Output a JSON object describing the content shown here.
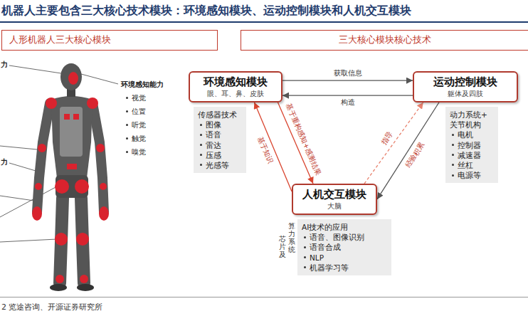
{
  "diagram": {
    "title": "机器人主要包含三大核心技术模块：环境感知模块、运动控制模块和人机交互模块",
    "caption": "2 览途咨询、开源证券研究所",
    "nodes": [
      {
        "text": [
          "人形机器人三大核心模块"
        ]
      },
      {
        "text": [
          "三大核心模块核心技术"
        ]
      },
      {
        "text": [
          "环境感知模块",
          "眼、耳、鼻、皮肤"
        ]
      },
      {
        "text": [
          "运动控制模块",
          "躯体及四肢"
        ]
      },
      {
        "text": [
          "传感器技术",
          "图像",
          "语音",
          "雷达",
          "压感",
          "光感等"
        ]
      },
      {
        "text": [
          "动力系统+ 关节机构",
          "电机",
          "控制器",
          "减速器",
          "丝杠",
          "电源等"
        ]
      },
      {
        "text": [
          "人机交互模块",
          "大脑"
        ]
      },
      {
        "text": [
          "AI技术的应用",
          "语音、图像识别",
          "语音合成",
          "NLP",
          "机器学习等"
        ]
      }
    ],
    "edges": [
      {
        "from": 2,
        "to": 3,
        "label": "获取信息",
        "arrow": "to"
      },
      {
        "from": 3,
        "to": 2,
        "label": "构造",
        "arrow": "to"
      },
      {
        "from": 2,
        "to": 6,
        "label": "基于重构感知+感测结果",
        "arrow": "to"
      },
      {
        "from": 6,
        "to": 2,
        "label": "基于知识",
        "arrow": "to"
      },
      {
        "from": 6,
        "to": 3,
        "label": "指导",
        "arrow": "to"
      },
      {
        "from": 3,
        "to": 6,
        "label": "经验积累",
        "arrow": "to"
      }
    ],
    "labels": [
      "力",
      "力",
      "环境感知能力",
      "视觉",
      "位置",
      "听觉",
      "触觉",
      "嗅觉",
      "芯片及",
      "算力系统"
    ]
  }
}
